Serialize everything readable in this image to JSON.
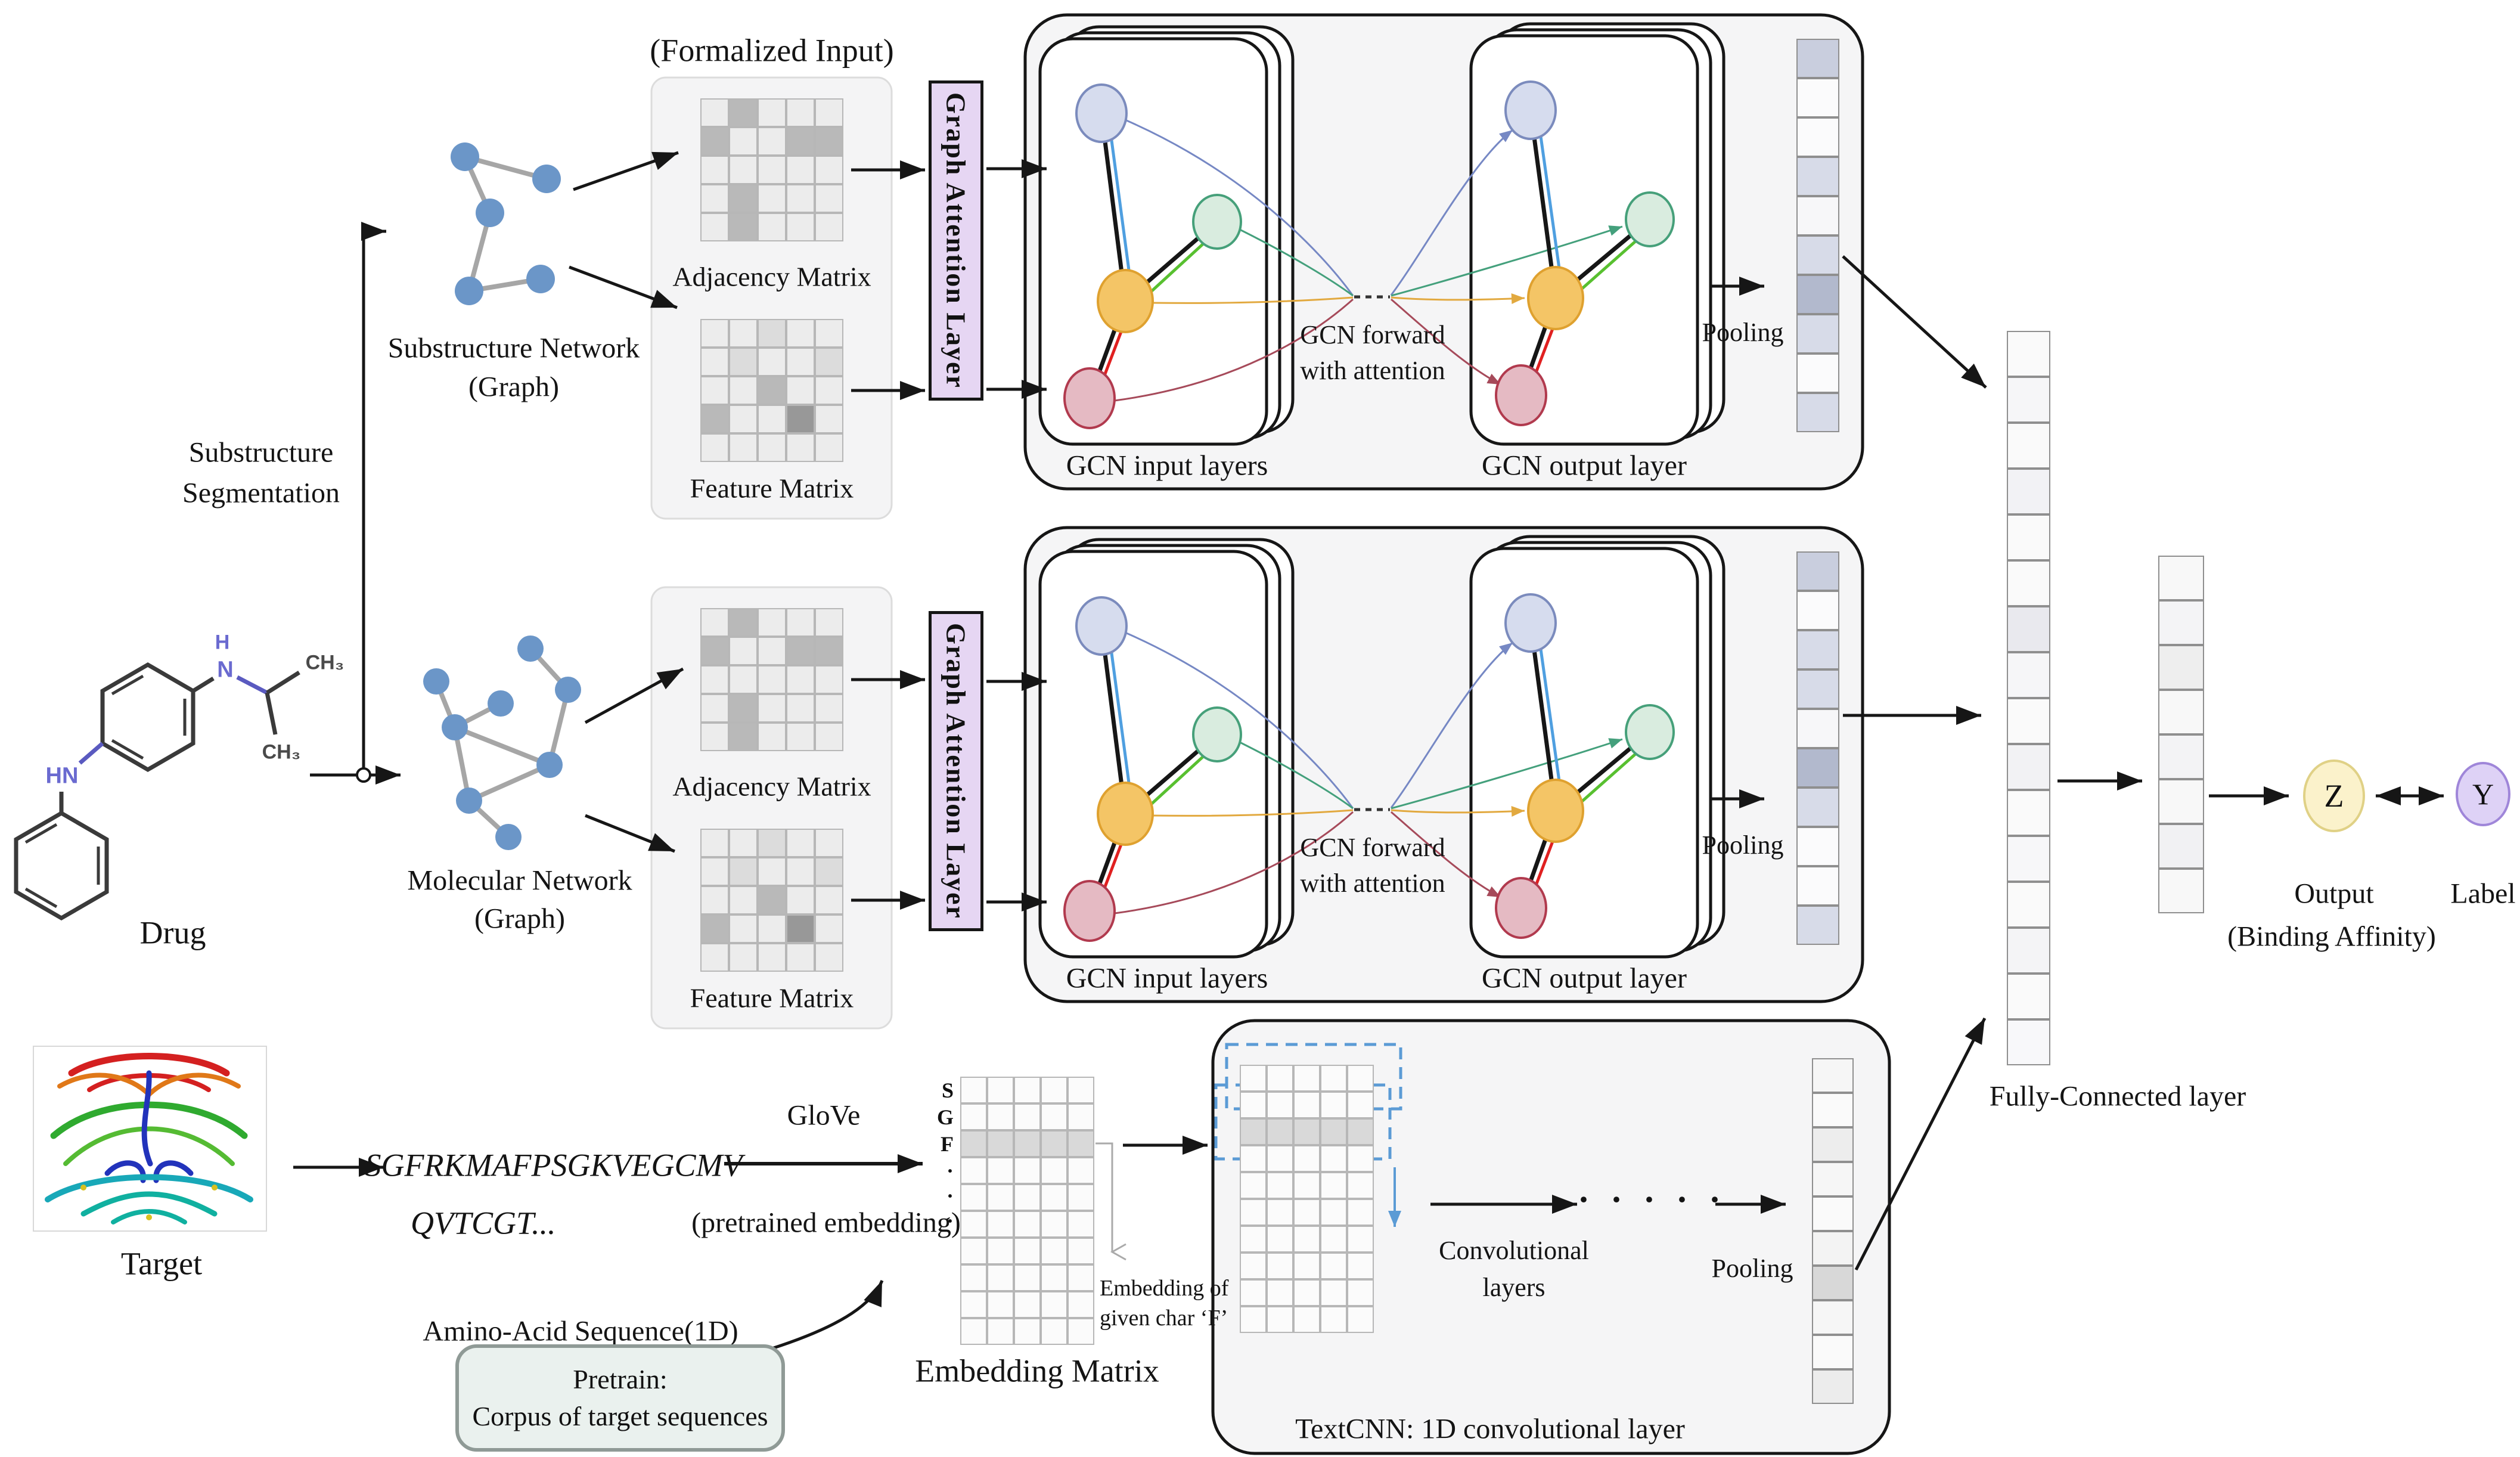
{
  "labels": {
    "formalized_input": "(Formalized Input)",
    "adjacency_matrix": "Adjacency Matrix",
    "feature_matrix": "Feature Matrix",
    "graph_attention_layer": "Graph Attention Layer",
    "substructure_network_1": "Substructure Network",
    "substructure_network_2": "(Graph)",
    "substructure_segmentation_1": "Substructure",
    "substructure_segmentation_2": "Segmentation",
    "molecular_network_1": "Molecular Network",
    "molecular_network_2": "(Graph)",
    "drug": "Drug",
    "target": "Target",
    "gcn_input_layers": "GCN input layers",
    "gcn_output_layer": "GCN output layer",
    "gcn_forward_1": "GCN forward",
    "gcn_forward_2": "with attention",
    "pooling": "Pooling",
    "fully_connected": "Fully-Connected layer",
    "output_symbol": "Z",
    "output_1": "Output",
    "output_2": "(Binding Affinity)",
    "label_symbol": "Y",
    "label_text": "Label",
    "sequence_1": "SGFRKMAFPSGKVEGCMV",
    "sequence_2": "QVTCGT...",
    "amino_acid": "Amino-Acid Sequence(1D)",
    "glove": "GloVe",
    "glove_sub": "(pretrained embedding)",
    "pretrain_1": "Pretrain:",
    "pretrain_2": "Corpus of target sequences",
    "embedding_matrix": "Embedding Matrix",
    "embedding_note_1": "Embedding of",
    "embedding_note_2": "given char ‘F’",
    "textcnn": "TextCNN: 1D convolutional layer",
    "conv_layers_1": "Convolutional",
    "conv_layers_2": "layers",
    "dots": "· · · · ·"
  },
  "embedding_row_labels": [
    "S",
    "G",
    "F",
    "·",
    "·",
    "·"
  ],
  "molecule": {
    "h": "H",
    "n": "N",
    "hn": "HN",
    "ch3_top": "CH₃",
    "ch3_bottom": "CH₃"
  },
  "shade_palette": [
    "#ececec",
    "#dcdcdc",
    "#b9b9b9",
    "#989898"
  ],
  "embedding_palette": [
    "#fbfbfb",
    "#d9d9d9"
  ],
  "matrices": {
    "substructure_adjacency": [
      [
        0,
        2,
        0,
        0,
        0
      ],
      [
        2,
        0,
        0,
        2,
        2
      ],
      [
        0,
        0,
        0,
        0,
        0
      ],
      [
        0,
        2,
        0,
        0,
        0
      ],
      [
        0,
        2,
        0,
        0,
        0
      ]
    ],
    "substructure_feature": [
      [
        0,
        0,
        1,
        0,
        0
      ],
      [
        0,
        1,
        0,
        0,
        1
      ],
      [
        0,
        0,
        2,
        0,
        0
      ],
      [
        2,
        0,
        0,
        3,
        0
      ],
      [
        0,
        0,
        0,
        0,
        0
      ]
    ],
    "molecular_adjacency": [
      [
        0,
        2,
        0,
        0,
        0
      ],
      [
        2,
        0,
        0,
        2,
        2
      ],
      [
        0,
        0,
        0,
        0,
        0
      ],
      [
        0,
        2,
        0,
        0,
        0
      ],
      [
        0,
        2,
        0,
        0,
        0
      ]
    ],
    "molecular_feature": [
      [
        0,
        0,
        1,
        0,
        0
      ],
      [
        0,
        1,
        0,
        0,
        1
      ],
      [
        0,
        0,
        2,
        0,
        0
      ],
      [
        2,
        0,
        0,
        3,
        0
      ],
      [
        0,
        0,
        0,
        0,
        0
      ]
    ],
    "embedding": [
      [
        0,
        0,
        0,
        0,
        0
      ],
      [
        0,
        0,
        0,
        0,
        0
      ],
      [
        1,
        1,
        1,
        1,
        1
      ],
      [
        0,
        0,
        0,
        0,
        0
      ],
      [
        0,
        0,
        0,
        0,
        0
      ],
      [
        0,
        0,
        0,
        0,
        0
      ],
      [
        0,
        0,
        0,
        0,
        0
      ],
      [
        0,
        0,
        0,
        0,
        0
      ],
      [
        0,
        0,
        0,
        0,
        0
      ],
      [
        0,
        0,
        0,
        0,
        0
      ]
    ],
    "textcnn": [
      [
        0,
        0,
        0,
        0,
        0
      ],
      [
        0,
        0,
        0,
        0,
        0
      ],
      [
        1,
        1,
        1,
        1,
        1
      ],
      [
        0,
        0,
        0,
        0,
        0
      ],
      [
        0,
        0,
        0,
        0,
        0
      ],
      [
        0,
        0,
        0,
        0,
        0
      ],
      [
        0,
        0,
        0,
        0,
        0
      ],
      [
        0,
        0,
        0,
        0,
        0
      ],
      [
        0,
        0,
        0,
        0,
        0
      ],
      [
        0,
        0,
        0,
        0,
        0
      ]
    ]
  },
  "vectors": {
    "gcn_top": [
      "#c9cede",
      "#fbfbfc",
      "#fbfbfc",
      "#d7dbe8",
      "#f7f7f9",
      "#d7dbe8",
      "#b2b9cd",
      "#d7dbe8",
      "#fbfbfc",
      "#d7dbe8"
    ],
    "gcn_bottom": [
      "#c9cede",
      "#fbfbfc",
      "#d7dbe8",
      "#d7dbe8",
      "#f7f7f9",
      "#b2b9cd",
      "#d7dbe8",
      "#fbfbfc",
      "#fbfbfc",
      "#d7dbe8"
    ],
    "fully_connected": [
      "#fafafa",
      "#f6f6f8",
      "#fafafa",
      "#f2f2f5",
      "#fafafa",
      "#fafafa",
      "#e9e9ee",
      "#f6f6f8",
      "#fafafa",
      "#f2f2f4",
      "#fafafa",
      "#f7f7f9",
      "#fafafa",
      "#f4f4f6",
      "#fafafa",
      "#f8f8fa"
    ],
    "fc_hidden": [
      "#f8f8f8",
      "#f4f4f6",
      "#eeeeee",
      "#f8f8f8",
      "#f3f3f5",
      "#f8f8f8",
      "#f1f1f3",
      "#f8f8f8"
    ],
    "textcnn_out": [
      "#f6f6f6",
      "#fafafa",
      "#ededed",
      "#f6f6f6",
      "#fafafa",
      "#f3f3f3",
      "#d8d8d8",
      "#f6f6f6",
      "#fafafa",
      "#ececec"
    ]
  },
  "colors": {
    "gal_bg": "#e6d6f3",
    "panel_fill": "#f5f5f6",
    "panel_stroke": "#161616",
    "fi_panel_fill": "#f4f4f5",
    "node_blue_fill": "#d6dcee",
    "node_blue_stroke": "#7b8bbd",
    "node_green_fill": "#d9ecdf",
    "node_green_stroke": "#46a07a",
    "node_orange_fill": "#f4c566",
    "node_orange_stroke": "#dfa12f",
    "node_red_fill": "#e5bac3",
    "node_red_stroke": "#b13a4e",
    "edge_blue": "#4f9fe0",
    "edge_green": "#58c030",
    "edge_red": "#e02020",
    "curve_blue": "#7688c4",
    "curve_green": "#44a07c",
    "curve_orange": "#e2a93f",
    "curve_red": "#a64a5a",
    "graph_node": "#6b96c8",
    "graph_edge": "#a6a6a6",
    "window_blue": "#5b9bd5",
    "output_fill": "#fbf2cb",
    "output_stroke": "#e0d186",
    "label_fill": "#ded2f6",
    "label_stroke": "#9f86d9",
    "pretrain_fill": "#eaf1ee",
    "pretrain_stroke": "#8f9a96",
    "atom_n": "#6a6ad0",
    "atom_c": "#4a4a4a"
  },
  "protein_ribbon_colors": [
    "#d42020",
    "#e07818",
    "#2faa2f",
    "#55bb33",
    "#2233bb",
    "#18a8b8",
    "#10b0a0",
    "#d8c020"
  ]
}
